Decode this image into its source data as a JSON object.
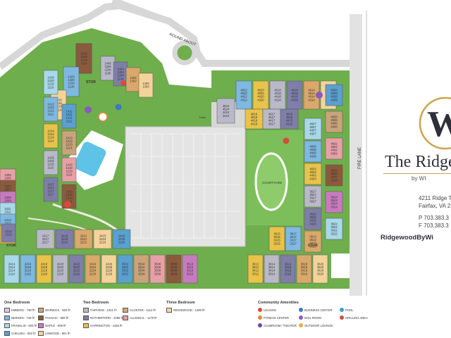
{
  "labels": {
    "round_about": "ROUND ABOUT",
    "fire_lane": "FIRE LANE",
    "courtyard": "COURTYARD",
    "stor": "STOR",
    "trash": "Trash"
  },
  "brand": {
    "logo_letter": "W",
    "name": "The Ridge",
    "by": "by WI",
    "address1": "4211 Ridge To",
    "address2": "Fairfax, VA 2",
    "phone": "P 703.383.3",
    "fax": "F 703.383.3",
    "website": "RidgewoodByWi"
  },
  "buildings": {
    "north_left": [
      "1426\n1326\n1226\n1126",
      "1420\n1320\n1220\n1120",
      "1416\n1316\n1216\n1116"
    ],
    "north_mid": [
      "1406\n1306\n1206\n1106",
      "1404\n1304\n1204\n1104",
      "1402\n1302",
      "1403\n1303"
    ],
    "west_col1": [
      "1410\n1310\n1210\n1110",
      "1412\n1312\n1212\n1112",
      "1414\n1314\n1214\n1114",
      "1415\n1315\n1215\n1115",
      "1417\n1317\n1217\n1117"
    ],
    "west_col2": [
      "1411\n1311\n1211\n1111",
      "1413\n1313\n1213\n1113",
      "1418\n1318\n1218\n1118",
      "1419\n1319\n1219\n1119"
    ],
    "west_low": [
      "2405\n2305\n2205",
      "2407\n2307\n2207",
      "2409\n2309\n2209",
      "2411\n2311\n2211",
      "2413\n2313\n2213",
      "2415\n2315\n2215"
    ],
    "southwest": [
      "2417\n2317\n2217",
      "2419\n2319\n2219",
      "2421\n2321\n2221",
      "2423\n2323\n2223",
      "2425\n2325\n2225"
    ],
    "south_row": [
      "2414\n2314\n2214\n2114",
      "2416\n2316\n2216\n2116",
      "2418\n2318\n2218\n2118",
      "2420\n2320\n2220\n2120",
      "2422\n2322\n2222\n2122",
      "2424\n2324\n2224\n2124",
      "2426\n2326\n2226\n2126",
      "3502\n3402\n3302\n3202",
      "3504\n3404\n3304\n3204",
      "3506\n3406\n3306\n3206",
      "3508\n3408\n3308\n3208",
      "3510\n3410\n3310\n3210"
    ],
    "south_east": [
      "3612\n3512\n3412\n3312",
      "3614\n3514\n3414\n3314",
      "3616\n3516\n3416\n3316",
      "3618\n3518\n3418\n3318",
      "3620\n3520\n3420\n3320"
    ],
    "north_row": [
      "4622\n4522\n4422\n4322",
      "4620\n4520\n4420\n4320",
      "4618\n4518\n4418\n4318",
      "4616\n4516\n4416\n4316",
      "4614\n4514\n4414\n4314",
      "4612\n4512\n4412\n4312"
    ],
    "inner_north": [
      "4619\n4519\n4419\n4319",
      "4617\n4517\n4417\n4317",
      "4615\n4515\n4415\n4315"
    ],
    "east_col": [
      "4607\n4507\n4407\n4307",
      "4605\n4505\n4405\n4305",
      "4603\n4503\n4403\n4303",
      "3627\n3527\n3427\n3327",
      "3625\n3525\n3425\n3325",
      "3613\n3513\n3413\n3313"
    ],
    "far_east": [
      "4608\n4508\n4408\n4308",
      "4606\n4506\n4406\n4306",
      "4602\n4502\n4402\n4302",
      "3626\n3526\n3426\n3326",
      "3624\n3524\n3424\n3324",
      "3622\n3522\n3422\n3322"
    ],
    "misc": [
      "4624\n4524\n4424\n4224",
      "2412\n2312",
      "3615\n3515\n3415\n3315",
      "3617\n3517\n3417\n3317"
    ]
  },
  "legend": {
    "one_bedroom": {
      "title": "One Bedroom",
      "items": [
        {
          "name": "EMBERG - 790 ft²",
          "color": "#d9c7e8"
        },
        {
          "name": "BERGEN - 728 ft²",
          "color": "#7fb8e0"
        },
        {
          "name": "FRANKLIN - 826 ft²",
          "color": "#a8d8ea"
        },
        {
          "name": "CHELSEA - 852 ft²",
          "color": "#5aa0d0"
        },
        {
          "name": "WARWICK - 660 ft²",
          "color": "#c9a47a"
        },
        {
          "name": "PASSAIC - 806 ft²",
          "color": "#8b5a3c"
        },
        {
          "name": "MAPLE - 699 ft²",
          "color": "#c87ac0"
        },
        {
          "name": "LINWOOD - 901 ft²",
          "color": "#f4d39a"
        }
      ]
    },
    "two_bedroom": {
      "title": "Two Bedroom",
      "items": [
        {
          "name": "FAIRVIEW - 1021 ft²",
          "color": "#b9b9c9"
        },
        {
          "name": "RUTHERFORD - 1056 ft²",
          "color": "#7e7ea8"
        },
        {
          "name": "HARRINGTON - 1156 ft²",
          "color": "#e8c34a"
        },
        {
          "name": "CLOSTER - 1112 ft²",
          "color": "#d9a86a"
        },
        {
          "name": "ALLENDAL - 1179 ft²",
          "color": "#e7a0a8"
        }
      ]
    },
    "three_bedroom": {
      "title": "Three Bedroom",
      "items": [
        {
          "name": "RIDGEWOOD - 1399 ft²",
          "color": "#f0d8a8"
        }
      ]
    },
    "amenities": {
      "title": "Community Amenities",
      "items": [
        {
          "name": "LEASING",
          "color": "#d84a3a"
        },
        {
          "name": "FITNESS CENTER",
          "color": "#e08a3a"
        },
        {
          "name": "CLUBROOM / THEATER",
          "color": "#6a4aa0"
        },
        {
          "name": "BUSINESS CENTER",
          "color": "#3a7ac0"
        },
        {
          "name": "MAIL ROOM",
          "color": "#8a5ac0"
        },
        {
          "name": "OUTDOOR LOUNGE",
          "color": "#e8b040"
        },
        {
          "name": "POOL",
          "color": "#3aa0d0"
        },
        {
          "name": "GRILLING AREA",
          "color": "#d84a3a"
        }
      ]
    }
  }
}
